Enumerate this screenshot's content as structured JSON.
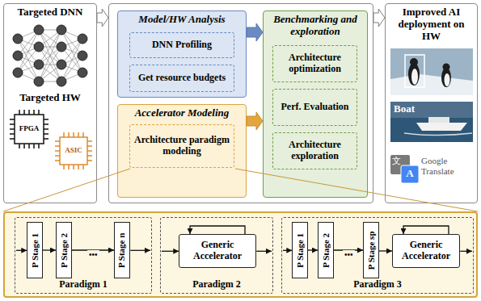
{
  "diagram": {
    "nodes": [
      {
        "text": [
          "Targeted DNN",
          "Targeted HW"
        ]
      },
      {
        "text": []
      },
      {
        "text": [
          "Model/HW Analysis"
        ],
        "in": 1
      },
      {
        "text": [
          "DNN Profiling"
        ],
        "in": 2
      },
      {
        "text": [
          "Get resource budgets"
        ],
        "in": 2
      },
      {
        "text": [
          "Accelerator Modeling"
        ],
        "in": 1
      },
      {
        "text": [
          "Architecture paradigm modeling"
        ],
        "in": 5
      },
      {
        "text": [
          "Benchmarking and exploration"
        ],
        "in": 1
      },
      {
        "text": [
          "Architecture optimization"
        ],
        "in": 7
      },
      {
        "text": [
          "Perf. Evaluation"
        ],
        "in": 7
      },
      {
        "text": [
          "Architecture exploration"
        ],
        "in": 7
      },
      {
        "text": [
          "Improved AI deployment on HW"
        ]
      },
      {
        "text": []
      },
      {
        "text": [
          "Paradigm 1"
        ],
        "in": 12
      },
      {
        "text": [
          "P Stage 1"
        ],
        "in": 13
      },
      {
        "text": [
          "P Stage 2"
        ],
        "in": 13
      },
      {
        "text": [
          "P Stage n"
        ],
        "in": 13
      },
      {
        "text": [
          "Paradigm 2"
        ],
        "in": 12
      },
      {
        "text": [
          "Generic Accelerator"
        ],
        "in": 17
      },
      {
        "text": [
          "Paradigm 3"
        ],
        "in": 12
      },
      {
        "text": [
          "P Stage 1"
        ],
        "in": 19
      },
      {
        "text": [
          "P Stage 2"
        ],
        "in": 19
      },
      {
        "text": [
          "P Stage sp"
        ],
        "in": 19
      },
      {
        "text": [
          "Generic Accelerator"
        ],
        "in": 19
      }
    ],
    "edges": [
      {
        "from": 0,
        "to": 1,
        "arrow": "to"
      },
      {
        "from": 2,
        "to": 7,
        "arrow": "to"
      },
      {
        "from": 5,
        "to": 7,
        "arrow": "to"
      },
      {
        "from": 1,
        "to": 11,
        "arrow": "to"
      },
      {
        "from": 14,
        "to": 15,
        "arrow": "to"
      },
      {
        "from": 15,
        "to": 16,
        "arrow": "to"
      },
      {
        "from": 18,
        "to": 18,
        "arrow": "to"
      },
      {
        "from": 20,
        "to": 21,
        "arrow": "to"
      },
      {
        "from": 21,
        "to": 22,
        "arrow": "to"
      },
      {
        "from": 22,
        "to": 23,
        "arrow": "to"
      },
      {
        "from": 23,
        "to": 23,
        "arrow": "to"
      }
    ],
    "labels": [
      "FPGA",
      "ASIC",
      "Boat",
      "文",
      "A",
      "Google Translate",
      "•••",
      "•••"
    ]
  }
}
